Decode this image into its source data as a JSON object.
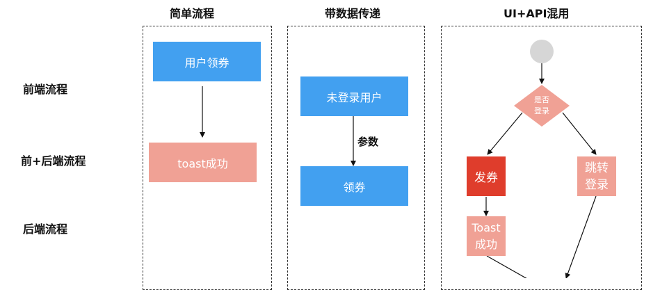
{
  "columns": {
    "simple": "简单流程",
    "with_data": "带数据传递",
    "ui_api": "UI+API混用"
  },
  "rows": {
    "frontend": "前端流程",
    "front_back": "前+后端流程",
    "backend": "后端流程"
  },
  "simple_flow": {
    "step1": "用户领券",
    "step2": "toast成功"
  },
  "data_flow": {
    "step1": "未登录用户",
    "edge_label": "参数",
    "step2": "领券"
  },
  "mixed_flow": {
    "decision_line1": "是否",
    "decision_line2": "登录",
    "issue": "发券",
    "jump_line1": "跳转",
    "jump_line2": "登录",
    "toast_line1": "Toast",
    "toast_line2": "成功"
  },
  "colors": {
    "blue": "#42a0f0",
    "pink": "#f0a195",
    "red": "#df3d2c",
    "start_node": "#d6d6d6"
  }
}
